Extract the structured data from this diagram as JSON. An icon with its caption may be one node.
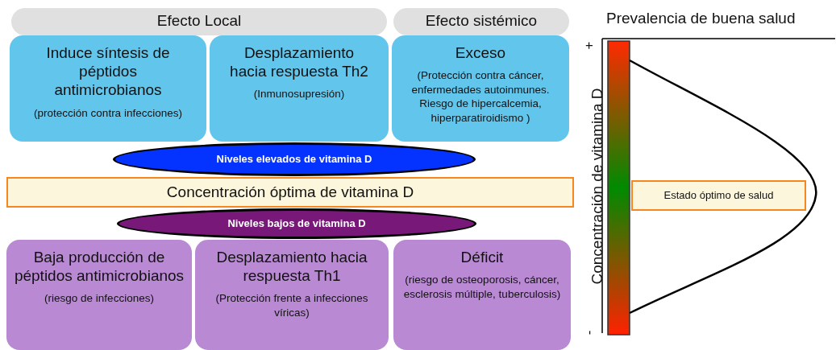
{
  "diagram": {
    "nodes": [
      {
        "text": [
          "Efecto Local"
        ]
      },
      {
        "text": [
          "Efecto sistémico"
        ]
      },
      {
        "text": [
          "Induce síntesis de péptidos antimicrobianos",
          "(protección contra infecciones)"
        ]
      },
      {
        "text": [
          "Desplazamiento hacia respuesta Th2",
          "(Inmunosupresión)"
        ]
      },
      {
        "text": [
          "Exceso",
          "(Protección contra cáncer, enfermedades autoinmunes. Riesgo de hipercalcemia, hiperparatiroidismo )"
        ]
      },
      {
        "text": [
          "Niveles elevados de vitamina D"
        ]
      },
      {
        "text": [
          "Concentración óptima de vitamina D"
        ]
      },
      {
        "text": [
          "Niveles bajos de vitamina D"
        ]
      },
      {
        "text": [
          "Baja producción de péptidos antimicrobianos",
          "(riesgo de infecciones)"
        ]
      },
      {
        "text": [
          "Desplazamiento hacia respuesta Th1",
          "(Protección frente a infecciones víricas)"
        ]
      },
      {
        "text": [
          "Déficit",
          "(riesgo de osteoporosis, cáncer, esclerosis múltiple, tuberculosis)"
        ]
      },
      {
        "text": [
          "Estado óptimo de salud"
        ]
      }
    ],
    "labels": [
      "Prevalencia de buena salud",
      "+",
      "Concentración de vitamina D",
      "-"
    ]
  }
}
